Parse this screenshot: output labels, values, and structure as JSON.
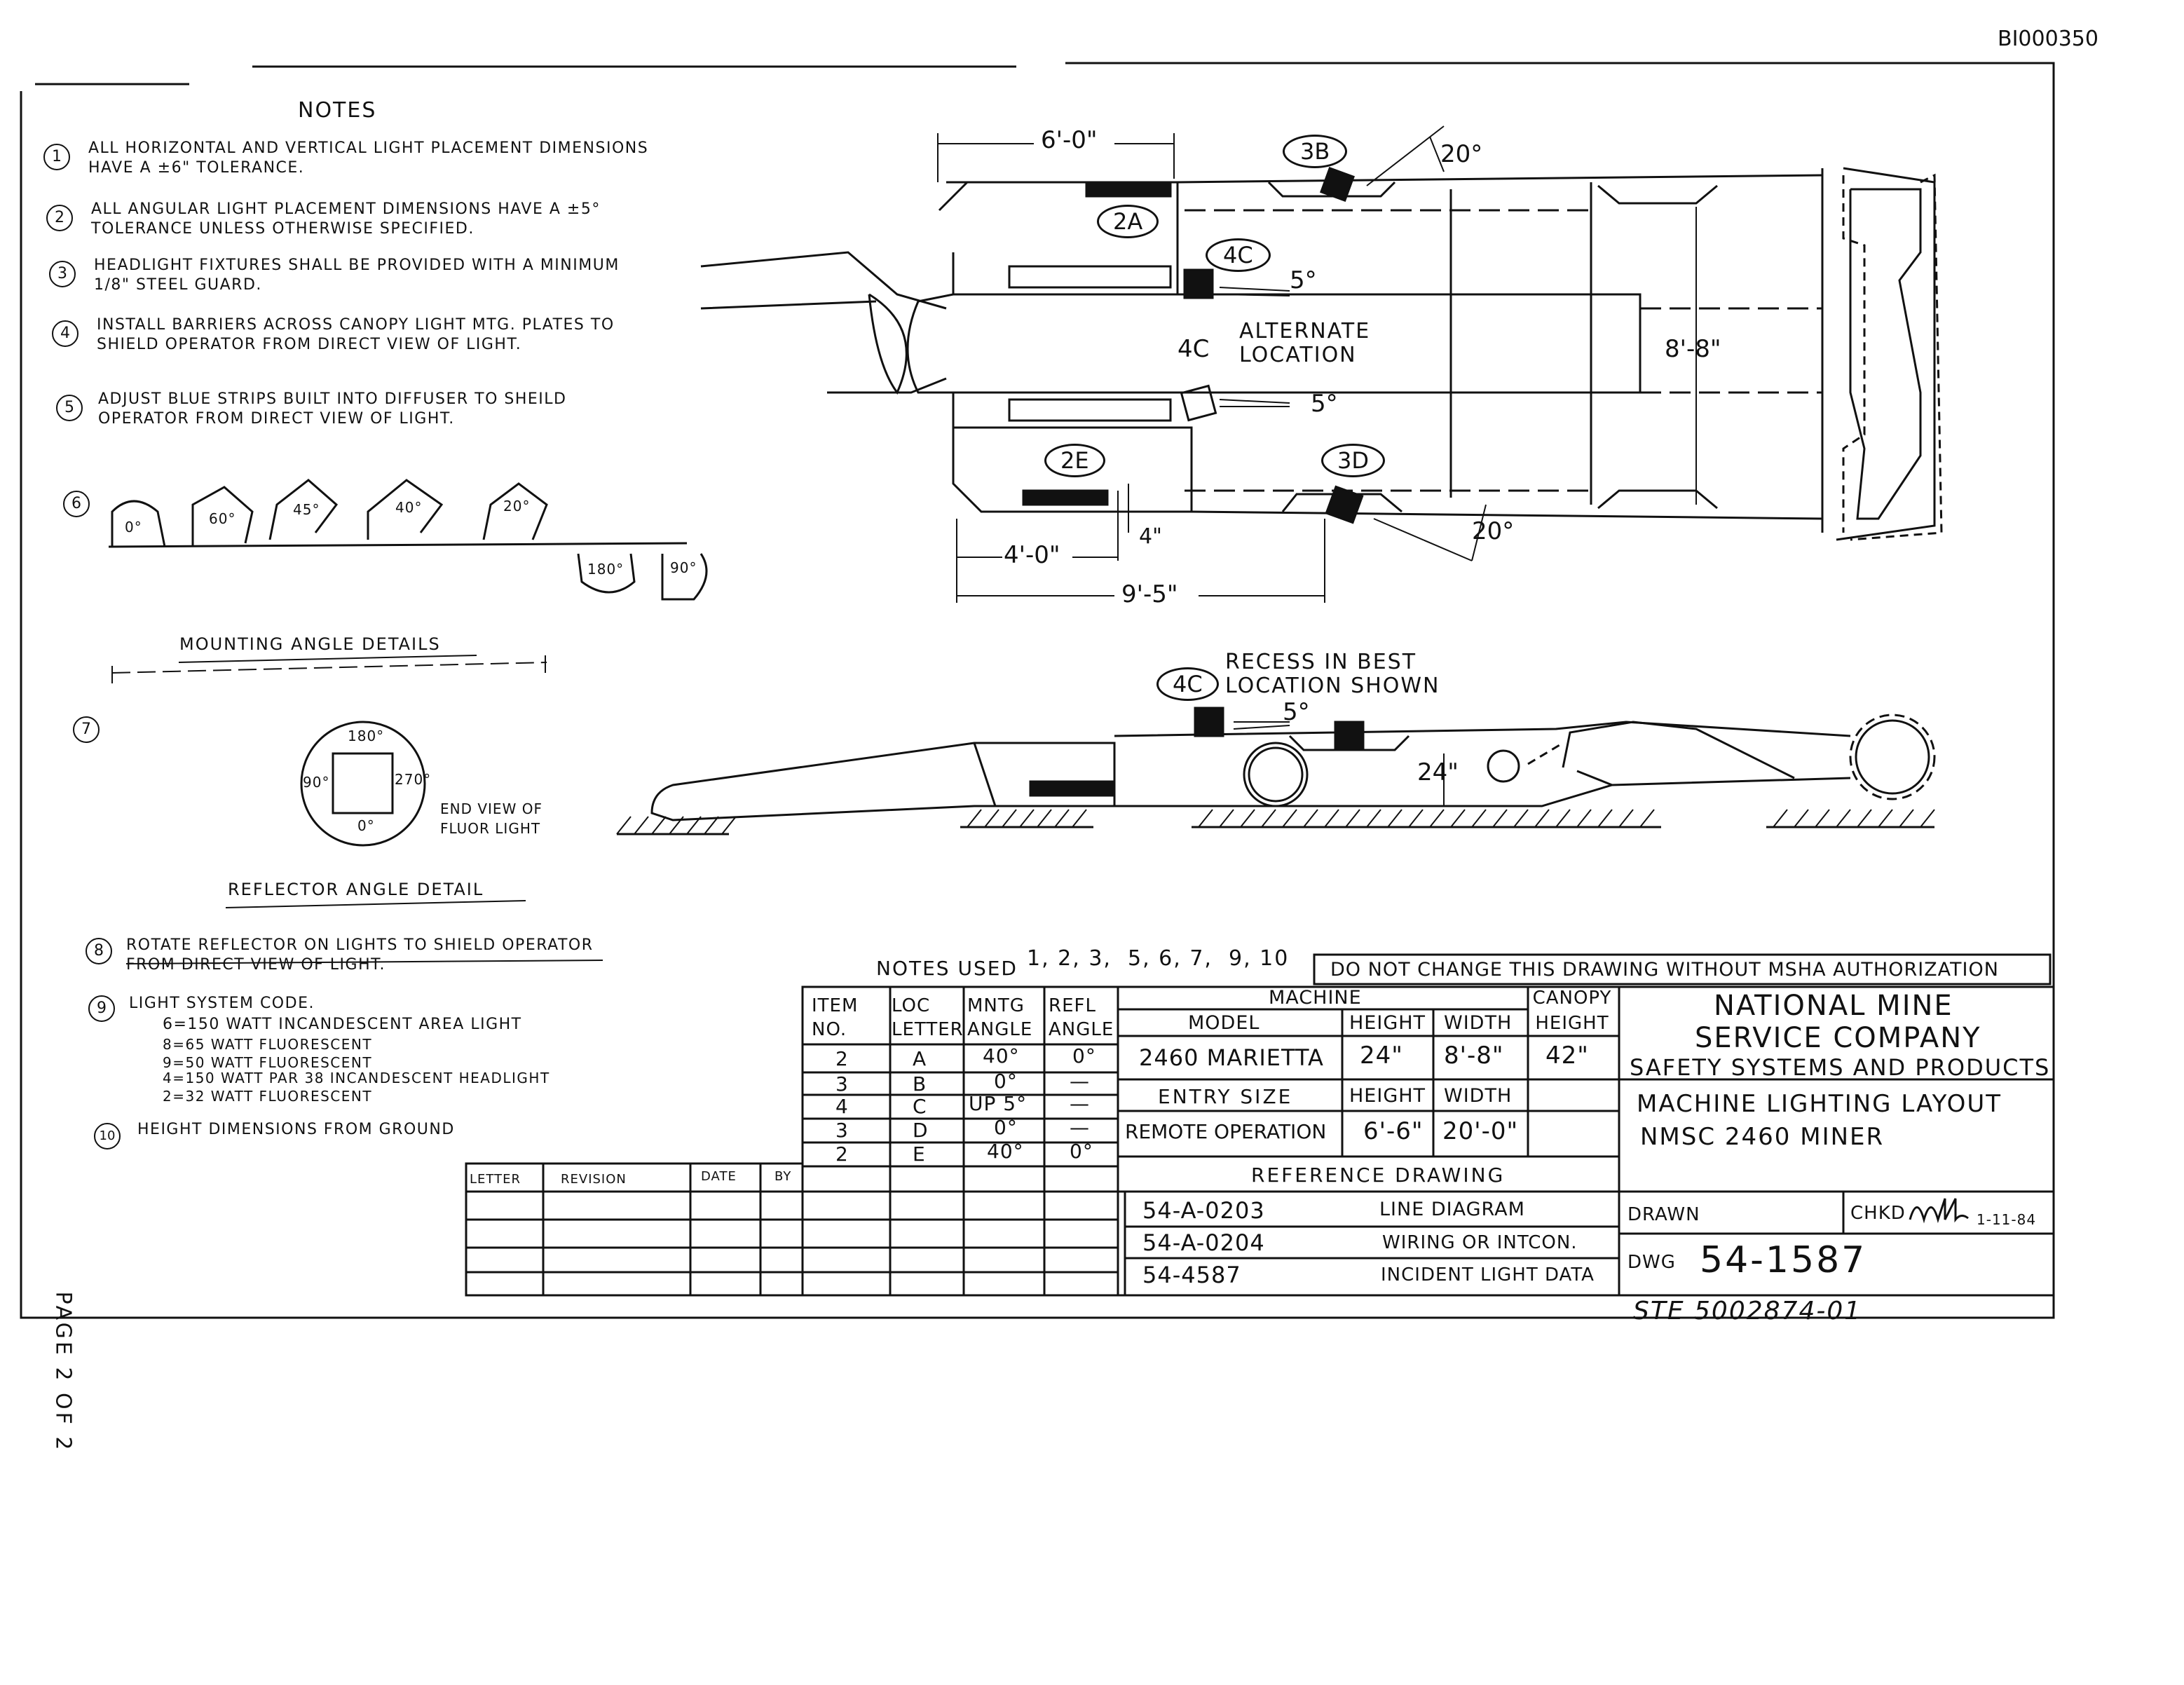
{
  "doc_id": "BI000350",
  "notes": {
    "title": "NOTES",
    "items": [
      {
        "n": "1",
        "text": "ALL HORIZONTAL AND VERTICAL LIGHT PLACEMENT DIMENSIONS HAVE A ±6\" TOLERANCE."
      },
      {
        "n": "2",
        "text": "ALL ANGULAR LIGHT PLACEMENT DIMENSIONS HAVE A ±5° TOLERANCE UNLESS OTHERWISE SPECIFIED."
      },
      {
        "n": "3",
        "text": "HEADLIGHT FIXTURES SHALL BE PROVIDED WITH A MINIMUM 1/8\" STEEL GUARD."
      },
      {
        "n": "4",
        "text": "INSTALL BARRIERS ACROSS CANOPY LIGHT MTG. PLATES TO SHIELD OPERATOR FROM DIRECT VIEW OF LIGHT."
      },
      {
        "n": "5",
        "text": "ADJUST BLUE STRIPS BUILT INTO DIFFUSER TO SHEILD OPERATOR FROM DIRECT VIEW OF LIGHT."
      },
      {
        "n": "6"
      },
      {
        "n": "7"
      },
      {
        "n": "8",
        "text": "ROTATE REFLECTOR ON LIGHTS TO SHIELD OPERATOR FROM DIRECT VIEW OF LIGHT."
      },
      {
        "n": "9",
        "text": "LIGHT SYSTEM CODE."
      },
      {
        "n": "10",
        "text": "HEIGHT DIMENSIONS FROM GROUND"
      }
    ]
  },
  "mounting": {
    "angles": [
      "0°",
      "60°",
      "45°",
      "40°",
      "20°",
      "180°",
      "90°"
    ],
    "label": "MOUNTING ANGLE DETAILS"
  },
  "reflector": {
    "angles": [
      "180°",
      "90°",
      "270°",
      "0°"
    ],
    "end_view": "END VIEW OF FLUOR LIGHT",
    "label": "REFLECTOR ANGLE DETAIL"
  },
  "light_codes": [
    "6=150 WATT INCANDESCENT AREA LIGHT",
    "8=65 WATT FLUORESCENT",
    "9=50 WATT FLUORESCENT",
    "4=150 WATT PAR 38 INCANDESCENT HEADLIGHT",
    "2=32 WATT FLUORESCENT"
  ],
  "diagram": {
    "dim_6_0": "6'-0\"",
    "dim_8_8": "8'-8\"",
    "dim_4_0": "4'-0\"",
    "dim_9_5": "9'-5\"",
    "dim_4in": "4\"",
    "dim_24in": "24\"",
    "angle_20_top": "20°",
    "angle_20_bottom": "20°",
    "angle_5_a": "5°",
    "angle_5_b": "5°",
    "angle_5_c": "5°",
    "tag_3b": "3B",
    "tag_2a": "2A",
    "tag_4c": "4C",
    "tag_4c_alt": "4C",
    "tag_2e": "2E",
    "tag_3d": "3D",
    "tag_4c_side": "4C",
    "alt_location": "ALTERNATE LOCATION",
    "recess": "RECESS IN BEST LOCATION SHOWN"
  },
  "notes_used": {
    "label": "NOTES USED",
    "value": "1, 2, 3,  5, 6, 7,  9, 10"
  },
  "warning": "DO NOT CHANGE THIS DRAWING WITHOUT MSHA AUTHORIZATION",
  "revision_table": {
    "headers": [
      "LETTER",
      "REVISION",
      "DATE",
      "BY"
    ]
  },
  "light_table": {
    "headers": [
      "ITEM NO.",
      "LOC LETTER",
      "MNTG ANGLE",
      "REFL ANGLE"
    ],
    "rows": [
      [
        "2",
        "A",
        "40°",
        "0°"
      ],
      [
        "3",
        "B",
        "0°",
        "—"
      ],
      [
        "4",
        "C",
        "UP 5°",
        "—"
      ],
      [
        "3",
        "D",
        "0°",
        "—"
      ],
      [
        "2",
        "E",
        "40°",
        "0°"
      ]
    ]
  },
  "machine": {
    "title": "MACHINE",
    "model_label": "MODEL",
    "height_label": "HEIGHT",
    "width_label": "WIDTH",
    "canopy_label": "CANOPY HEIGHT",
    "model": "2460 MARIETTA",
    "height": "24\"",
    "width": "8'-8\"",
    "canopy": "42\"",
    "entry_label": "ENTRY SIZE",
    "entry_height_label": "HEIGHT",
    "entry_width_label": "WIDTH",
    "entry_value": "REMOTE OPERATION",
    "entry_height": "6'-6\"",
    "entry_width": "20'-0\""
  },
  "reference": {
    "title": "REFERENCE DRAWING",
    "rows": [
      [
        "54-A-0203",
        "LINE DIAGRAM"
      ],
      [
        "54-A-0204",
        "WIRING OR INTCON."
      ],
      [
        "54-4587",
        "INCIDENT LIGHT DATA"
      ]
    ]
  },
  "company": {
    "line1": "NATIONAL MINE",
    "line2": "SERVICE COMPANY",
    "line3": "SAFETY SYSTEMS AND PRODUCTS",
    "title1": "MACHINE LIGHTING LAYOUT",
    "title2": "NMSC 2460 MINER",
    "drawn_label": "DRAWN",
    "chkd_label": "CHKD",
    "chkd_date": "1-11-84",
    "dwg_label": "DWG",
    "dwg": "54-1587"
  },
  "ste": "STE 5002874-01",
  "page": "PAGE 2 OF 2"
}
